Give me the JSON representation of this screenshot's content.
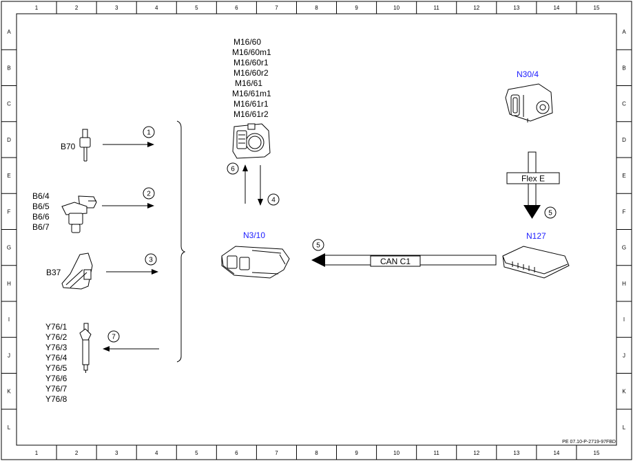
{
  "grid": {
    "columns": [
      "1",
      "2",
      "3",
      "4",
      "5",
      "6",
      "7",
      "8",
      "9",
      "10",
      "11",
      "12",
      "13",
      "14",
      "15"
    ],
    "rows": [
      "A",
      "B",
      "C",
      "D",
      "E",
      "F",
      "G",
      "H",
      "I",
      "J",
      "K",
      "L"
    ]
  },
  "components": {
    "b70": "B70",
    "b6": [
      "B6/4",
      "B6/5",
      "B6/6",
      "B6/7"
    ],
    "b37": "B37",
    "y76": [
      "Y76/1",
      "Y76/2",
      "Y76/3",
      "Y76/4",
      "Y76/5",
      "Y76/6",
      "Y76/7",
      "Y76/8"
    ],
    "m16": [
      "M16/60",
      "M16/60m1",
      "M16/60r1",
      "M16/60r2",
      "M16/61",
      "M16/61m1",
      "M16/61r1",
      "M16/61r2"
    ],
    "n3_10": "N3/10",
    "n30_4": "N30/4",
    "n127": "N127"
  },
  "arrows": {
    "n1": "1",
    "n2": "2",
    "n3": "3",
    "n4": "4",
    "n5a": "5",
    "n5b": "5",
    "n6": "6",
    "n7": "7"
  },
  "buses": {
    "can": "CAN C1",
    "flex": "Flex E"
  },
  "colors": {
    "component_label": "#1a1aff",
    "line": "#000000",
    "background": "#ffffff"
  },
  "footer": {
    "code": "PE 07.10-P-2719-97FBD"
  }
}
